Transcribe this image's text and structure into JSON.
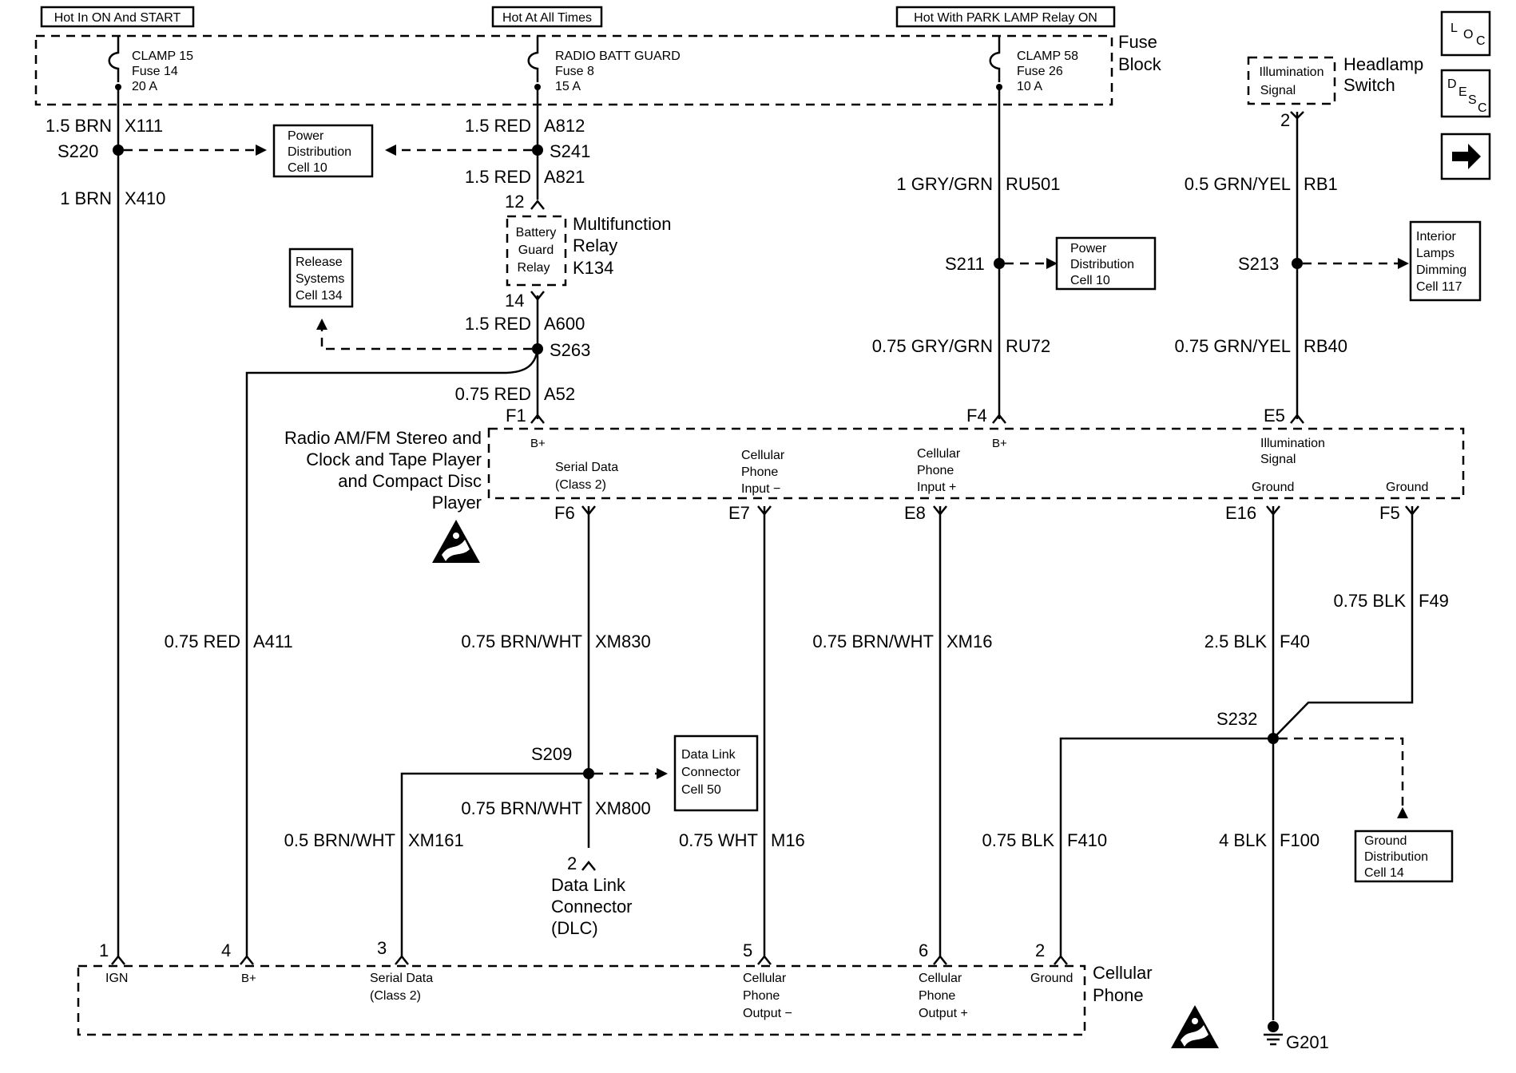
{
  "header": {
    "hot_ign": "Hot In ON And START",
    "hot_all": "Hot At All Times",
    "hot_park": "Hot With PARK LAMP Relay ON"
  },
  "nav": {
    "loc": [
      "L",
      "O",
      "C"
    ],
    "desc": [
      "D",
      "E",
      "S",
      "C"
    ],
    "next_arrow": "arrow-right-icon"
  },
  "fuse_block": {
    "title": [
      "Fuse",
      "Block"
    ],
    "fuse1": [
      "CLAMP 15",
      "Fuse 14",
      "20 A"
    ],
    "fuse2": [
      "RADIO BATT GUARD",
      "Fuse 8",
      "15 A"
    ],
    "fuse3": [
      "CLAMP 58",
      "Fuse 26",
      "10 A"
    ]
  },
  "headlamp": {
    "box": [
      "Illumination",
      "Signal"
    ],
    "title": [
      "Headlamp",
      "Switch"
    ],
    "pin": "2"
  },
  "relay": {
    "pin_top": "12",
    "pin_bot": "14",
    "box": [
      "Battery",
      "Guard",
      "Relay"
    ],
    "title": [
      "Multifunction",
      "Relay",
      "K134"
    ]
  },
  "refs": {
    "pd_top": [
      "Power",
      "Distribution",
      "Cell 10"
    ],
    "release": [
      "Release",
      "Systems",
      "Cell 134"
    ],
    "pd_mid": [
      "Power",
      "Distribution",
      "Cell 10"
    ],
    "interior": [
      "Interior",
      "Lamps",
      "Dimming",
      "Cell 117"
    ],
    "dlc": [
      "Data Link",
      "Connector",
      "Cell 50"
    ],
    "ground_dist": [
      "Ground",
      "Distribution",
      "Cell 14"
    ]
  },
  "splices": {
    "s220": "S220",
    "s241": "S241",
    "s263": "S263",
    "s211": "S211",
    "s213": "S213",
    "s209": "S209",
    "s232": "S232"
  },
  "wires": {
    "x111": [
      "1.5 BRN",
      "X111"
    ],
    "x410": [
      "1 BRN",
      "X410"
    ],
    "a812": [
      "1.5 RED",
      "A812"
    ],
    "a821": [
      "1.5 RED",
      "A821"
    ],
    "a600": [
      "1.5 RED",
      "A600"
    ],
    "a52": [
      "0.75 RED",
      "A52"
    ],
    "ru501": [
      "1 GRY/GRN",
      "RU501"
    ],
    "ru72": [
      "0.75 GRY/GRN",
      "RU72"
    ],
    "rb1": [
      "0.5 GRN/YEL",
      "RB1"
    ],
    "rb40": [
      "0.75 GRN/YEL",
      "RB40"
    ],
    "a411": [
      "0.75 RED",
      "A411"
    ],
    "xm830": [
      "0.75 BRN/WHT",
      "XM830"
    ],
    "xm16": [
      "0.75 BRN/WHT",
      "XM16"
    ],
    "f49": [
      "0.75 BLK",
      "F49"
    ],
    "f40": [
      "2.5 BLK",
      "F40"
    ],
    "xm800": [
      "0.75 BRN/WHT",
      "XM800"
    ],
    "xm161": [
      "0.5 BRN/WHT",
      "XM161"
    ],
    "m16": [
      "0.75 WHT",
      "M16"
    ],
    "f410": [
      "0.75 BLK",
      "F410"
    ],
    "f100": [
      "4 BLK",
      "F100"
    ]
  },
  "radio": {
    "title": [
      "Radio AM/FM Stereo and",
      "Clock and Tape Player",
      "and Compact Disc",
      "Player"
    ],
    "pins_top": {
      "f1": "F1",
      "f4": "F4",
      "e5": "E5"
    },
    "bplus1": "B+",
    "bplus2": "B+",
    "illum": [
      "Illumination",
      "Signal"
    ],
    "serial": [
      "Serial Data",
      "(Class 2)"
    ],
    "cell_in_minus": [
      "Cellular",
      "Phone",
      "Input −"
    ],
    "cell_in_plus": [
      "Cellular",
      "Phone",
      "Input +"
    ],
    "ground1": "Ground",
    "ground2": "Ground",
    "pins_bot": {
      "f6": "F6",
      "e7": "E7",
      "e8": "E8",
      "e16": "E16",
      "f5": "F5"
    }
  },
  "dlc_conn": {
    "pin": "2",
    "name": [
      "Data Link",
      "Connector",
      "(DLC)"
    ]
  },
  "phone": {
    "title": [
      "Cellular",
      "Phone"
    ],
    "pins": {
      "p1": "1",
      "p4": "4",
      "p3": "3",
      "p5": "5",
      "p6": "6",
      "p2": "2"
    },
    "ign": "IGN",
    "bplus": "B+",
    "serial": [
      "Serial Data",
      "(Class 2)"
    ],
    "out_minus": [
      "Cellular",
      "Phone",
      "Output −"
    ],
    "out_plus": [
      "Cellular",
      "Phone",
      "Output +"
    ],
    "ground": "Ground"
  },
  "ground": {
    "g201": "G201"
  },
  "icons": [
    "esd-warning-icon",
    "ground-symbol-icon"
  ]
}
